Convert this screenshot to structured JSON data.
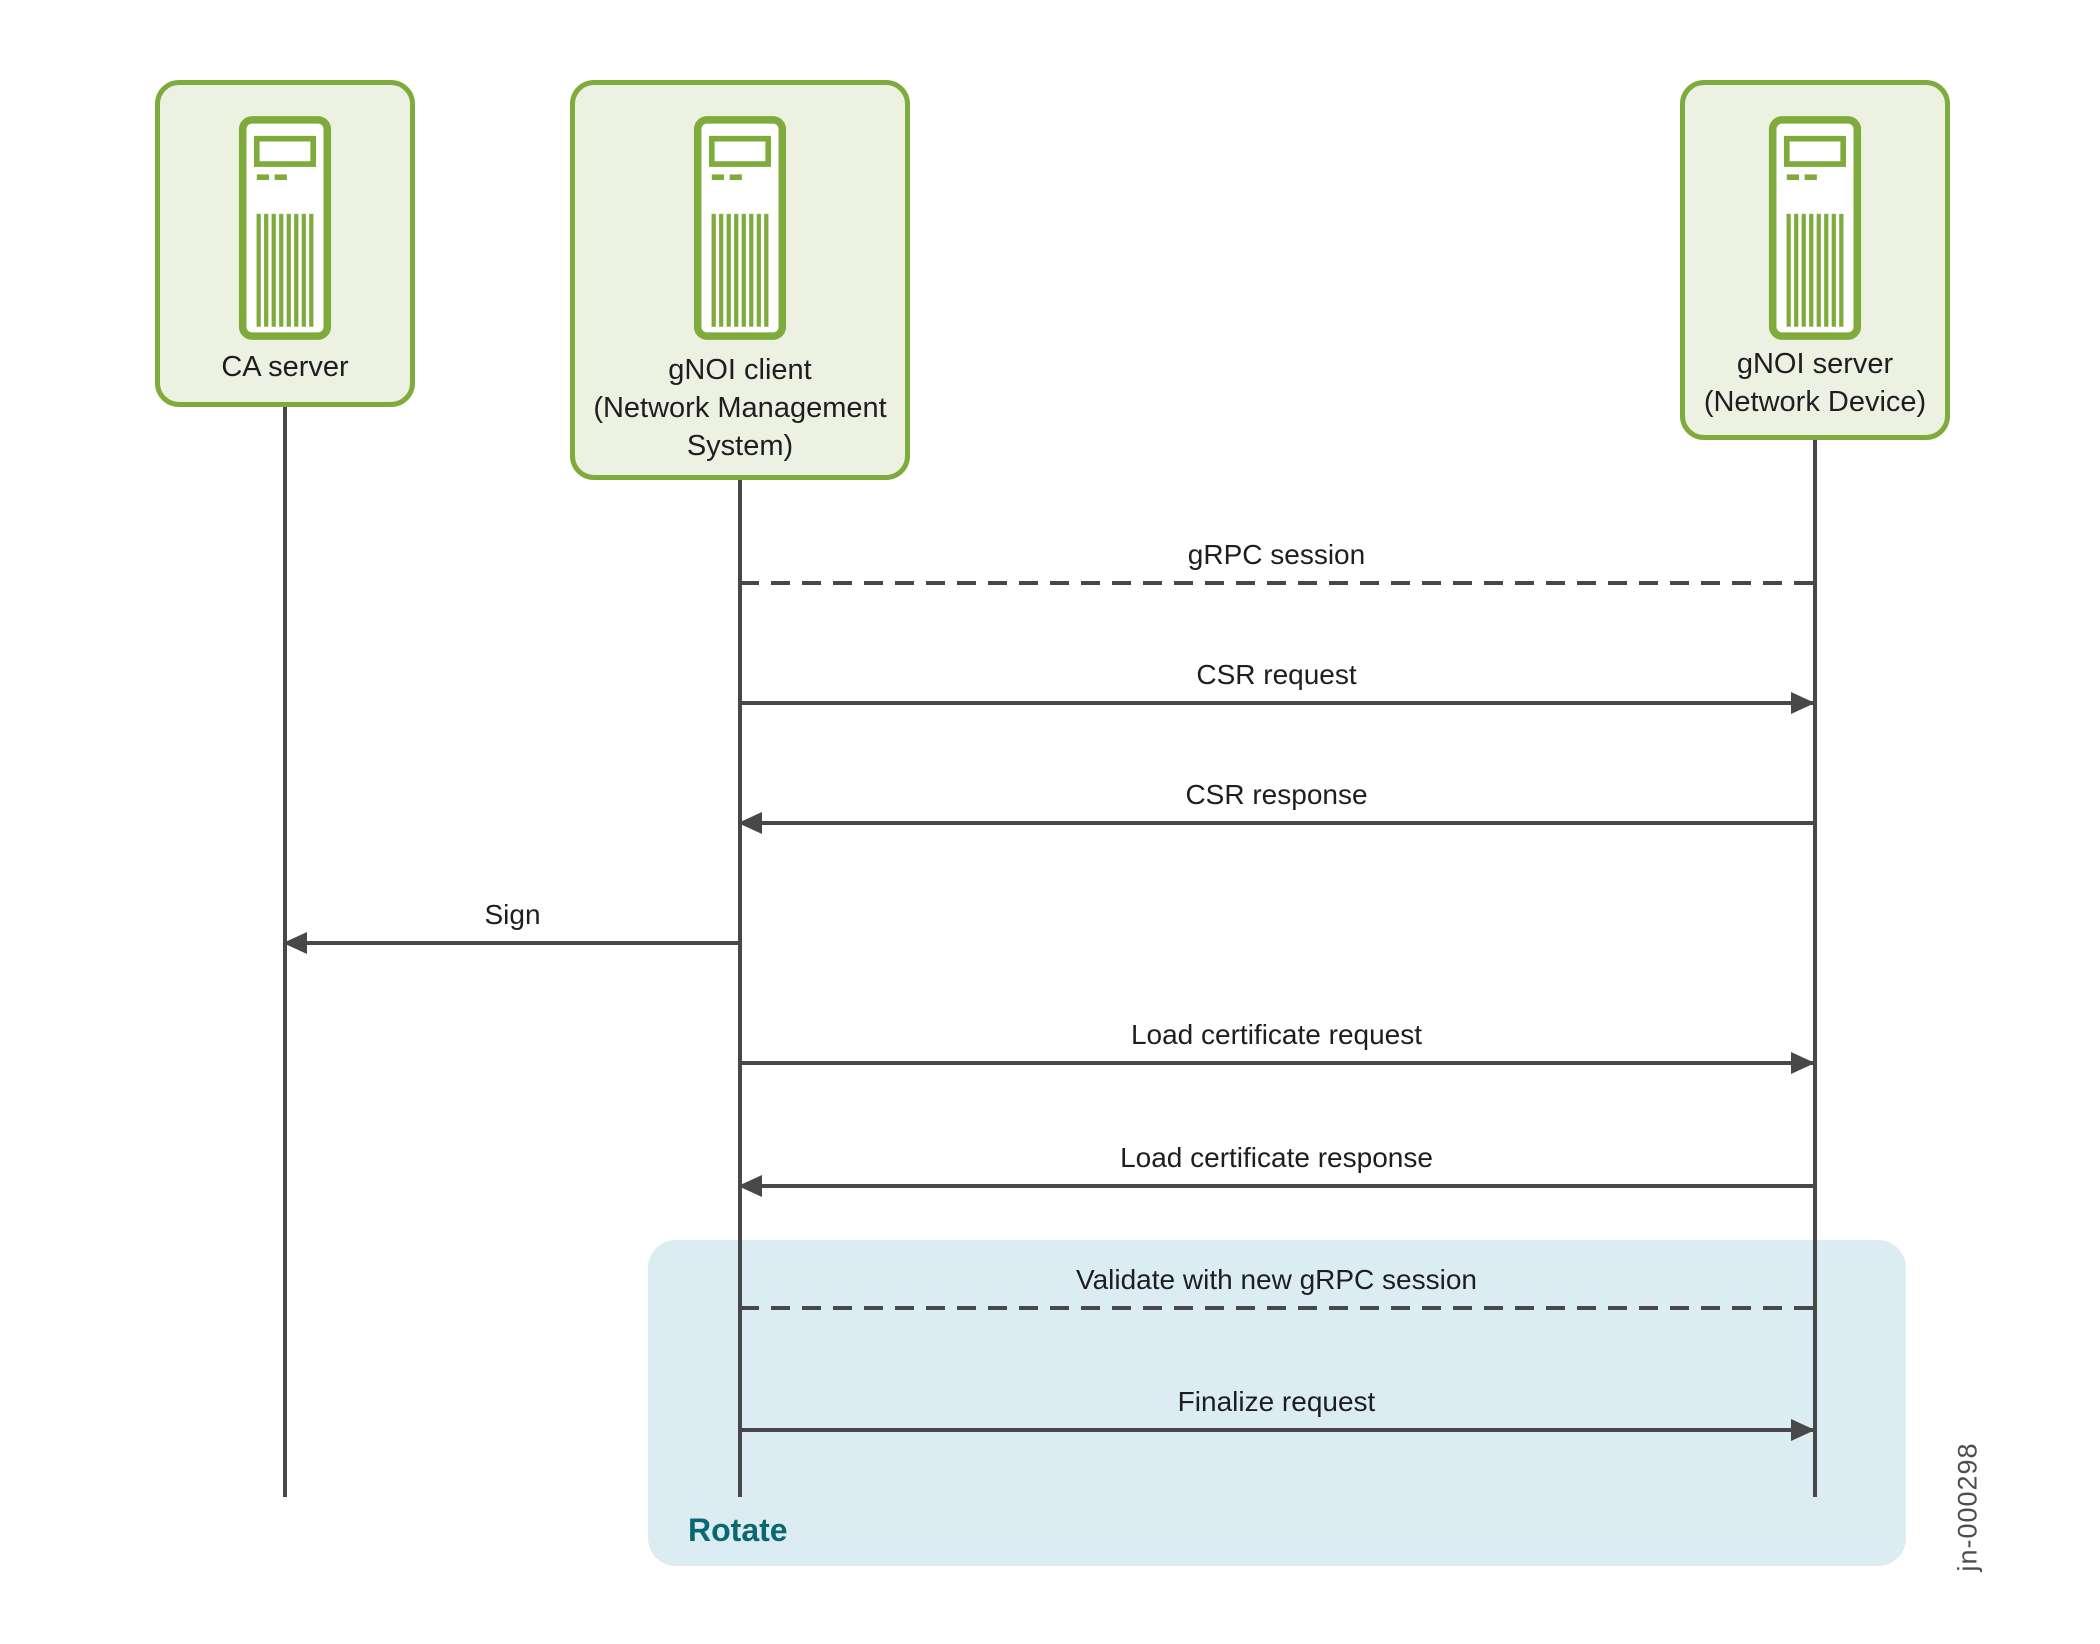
{
  "figure": {
    "type": "sequence-diagram",
    "id_label": "jn-000298"
  },
  "actors": [
    {
      "name": "ca-server",
      "lines": [
        "CA server"
      ]
    },
    {
      "name": "gnoi-client",
      "lines": [
        "gNOI client",
        "(Network Management",
        "System)"
      ]
    },
    {
      "name": "gnoi-server",
      "lines": [
        "gNOI server",
        "(Network Device)"
      ]
    }
  ],
  "messages": [
    {
      "label": "gRPC session",
      "from": "gnoi-client",
      "to": "gnoi-server",
      "style": "dashed",
      "arrow": "none"
    },
    {
      "label": "CSR request",
      "from": "gnoi-client",
      "to": "gnoi-server",
      "style": "solid",
      "arrow": "right"
    },
    {
      "label": "CSR response",
      "from": "gnoi-server",
      "to": "gnoi-client",
      "style": "solid",
      "arrow": "left"
    },
    {
      "label": "Sign",
      "from": "gnoi-client",
      "to": "ca-server",
      "style": "solid",
      "arrow": "left"
    },
    {
      "label": "Load certificate request",
      "from": "gnoi-client",
      "to": "gnoi-server",
      "style": "solid",
      "arrow": "right"
    },
    {
      "label": "Load certificate response",
      "from": "gnoi-server",
      "to": "gnoi-client",
      "style": "solid",
      "arrow": "left"
    },
    {
      "label": "Validate with new gRPC session",
      "from": "gnoi-client",
      "to": "gnoi-server",
      "style": "dashed",
      "arrow": "none"
    },
    {
      "label": "Finalize request",
      "from": "gnoi-client",
      "to": "gnoi-server",
      "style": "solid",
      "arrow": "right"
    }
  ],
  "group": {
    "label": "Rotate"
  },
  "colors": {
    "actor_border_green": "#7eab3b",
    "actor_fill_green": "#edf1e2",
    "group_fill_blue": "#dbecf3",
    "group_label_teal": "#0a686e",
    "line_gray": "#48484a",
    "text_dark": "#1e1e20",
    "figure_id_gray": "#4d4d4f"
  }
}
